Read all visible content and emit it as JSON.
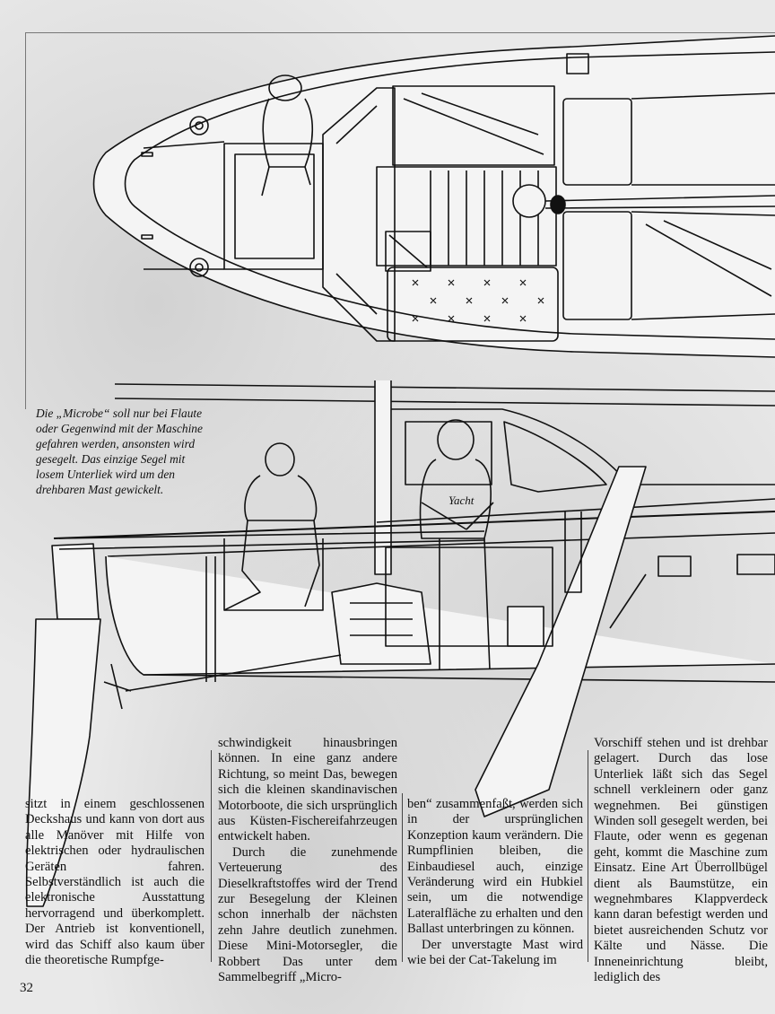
{
  "caption": {
    "text": "Die „Microbe“ soll nur bei Flaute oder Gegenwind mit der Maschine gefahren werden, ansonsten wird gesegelt. Das einzige Segel mit losem Unterliek wird um den drehbaren Mast gewickelt."
  },
  "columns": {
    "col1": "sitzt in einem geschlossenen Deckshaus und kann von dort aus alle Manöver mit Hilfe von elektrischen oder hydraulischen Geräten fahren. Selbstverständlich ist auch die elektronische Ausstattung hervorragend und überkomplett. Der Antrieb ist konventionell, wird das Schiff also kaum über die theoretische Rumpfge-",
    "col2_p1": "schwindigkeit hinausbringen können. In eine ganz andere Richtung, so meint Das, bewegen sich die kleinen skandinavischen Motorboote, die sich ursprünglich aus Küsten-Fischereifahrzeugen entwickelt haben.",
    "col2_p2": "Durch die zunehmende Verteuerung des Dieselkraftstoffes wird der Trend zur Besegelung der Kleinen schon innerhalb der nächsten zehn Jahre deutlich zunehmen. Diese Mini-Motorsegler, die Robbert Das unter dem Sammelbegriff „Micro-",
    "col3_p1": "ben“ zusammenfaßt, werden sich in der ursprünglichen Konzeption kaum verändern. Die Rumpflinien bleiben, die Einbaudiesel auch, einzige Veränderung wird ein Hubkiel sein, um die notwendige Lateralfläche zu erhalten und den Ballast unterbringen zu können.",
    "col3_p2": "Der unverstagte Mast wird wie bei der Cat-Takelung im",
    "col4": "Vorschiff stehen und ist drehbar gelagert. Durch das lose Unterliek läßt sich das Segel schnell verkleinern oder ganz wegnehmen. Bei günstigen Winden soll gesegelt werden, bei Flaute, oder wenn es gegenan geht, kommt die Maschine zum Einsatz. Eine Art Überrollbügel dient als Baumstütze, ein wegnehmbares Klappverdeck kann daran befestigt werden und bietet ausreichenden Schutz vor Kälte und Nässe. Die Inneneinrichtung bleibt, lediglich des"
  },
  "sweater_text": "Yacht",
  "page_number": "32"
}
